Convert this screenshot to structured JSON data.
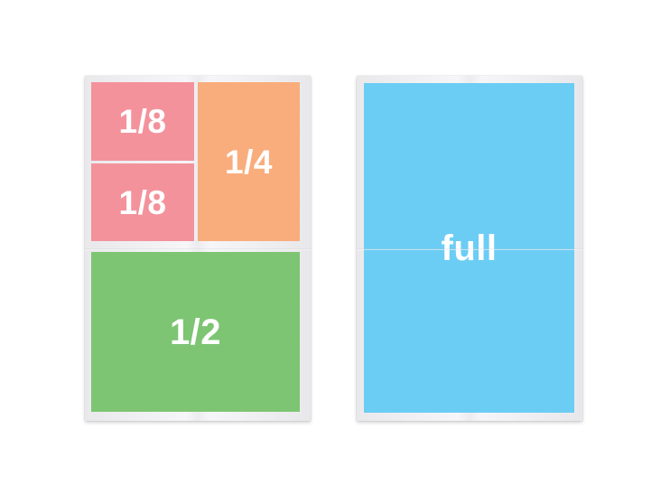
{
  "colors": {
    "eighth": "#f4929c",
    "quarter": "#f9ad7c",
    "half": "#7dc573",
    "full": "#6ccdf4"
  },
  "left_sheet": {
    "eighth_top": "1/8",
    "eighth_bottom": "1/8",
    "quarter": "1/4",
    "half": "1/2"
  },
  "right_sheet": {
    "full": "full"
  }
}
